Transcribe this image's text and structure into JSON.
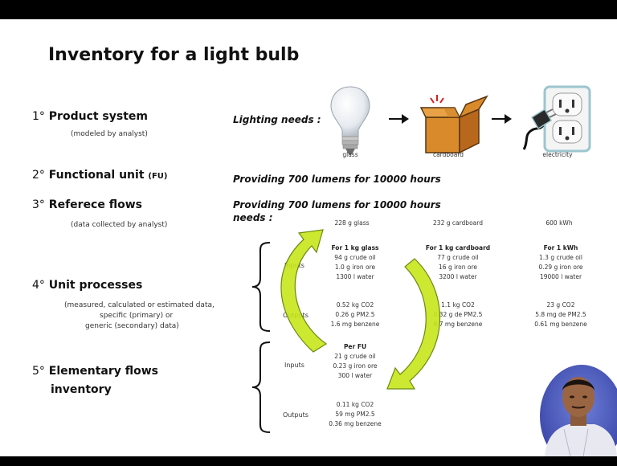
{
  "slide": {
    "title": "Inventory for a light bulb",
    "steps": {
      "s1": {
        "num": "1°",
        "label": "Product system",
        "sub": "(modeled by analyst)"
      },
      "s2": {
        "num": "2°",
        "label": "Functional unit",
        "abbr": "(FU)"
      },
      "s3": {
        "num": "3°",
        "label": "Referece flows",
        "sub": "(data collected by analyst)"
      },
      "s4": {
        "num": "4°",
        "label": "Unit processes",
        "sub1": "(measured, calculated or estimated data,",
        "sub2": "specific (primary) or",
        "sub3": "generic (secondary) data)"
      },
      "s5": {
        "num": "5°",
        "label1": "Elementary flows",
        "label2": "inventory"
      }
    },
    "lighting_needs": "Lighting needs :",
    "fu_text": "Providing 700 lumens for 10000 hours",
    "rf_text1": "Providing 700 lumens for 10000 hours",
    "rf_text2": "needs :",
    "icons": {
      "glass": "glass",
      "cardboard": "cardboard",
      "electricity": "electricity"
    },
    "reference_flows": {
      "glass": "228 g glass",
      "cardboard": "232 g cardboard",
      "electricity": "600 kWh"
    },
    "unit_processes": {
      "inputs_label": "Inputs",
      "outputs_label": "Outputs",
      "glass": {
        "head": "For 1 kg glass",
        "in1": "94 g crude oil",
        "in2": "1.0 g iron ore",
        "in3": "1300 l water",
        "out1": "0.52 kg CO2",
        "out2": "0.26 g PM2.5",
        "out3": "1.6 mg benzene"
      },
      "cardboard": {
        "head": "For 1 kg cardboard",
        "in1": "77 g crude oil",
        "in2": "16 g iron ore",
        "in3": "3200 l water",
        "out1": "1.1 kg CO2",
        "out2": "0.32 g de PM2.5",
        "out3": "8.7 mg benzene"
      },
      "electricity": {
        "head": "For 1 kWh",
        "in1": "1.3 g crude oil",
        "in2": "0.29 g iron ore",
        "in3": "19000 l water",
        "out1": "23 g CO2",
        "out2": "5.8 mg de PM2.5",
        "out3": "0.61 mg benzene"
      }
    },
    "elementary": {
      "inputs_label": "Inputs",
      "outputs_label": "Outputs",
      "head": "Per FU",
      "in1": "21 g crude oil",
      "in2": "0.23 g iron ore",
      "in3": "300 l water",
      "out1": "0.11 kg CO2",
      "out2": "59 mg PM2.5",
      "out3": "0.36 mg benzene"
    }
  },
  "colors": {
    "arrow_fill": "#c8e619",
    "arrow_stroke": "#6a8a10",
    "box": "#d98b2b",
    "background": "#000000"
  },
  "presenter": {
    "icon": "presenter-video-icon"
  }
}
